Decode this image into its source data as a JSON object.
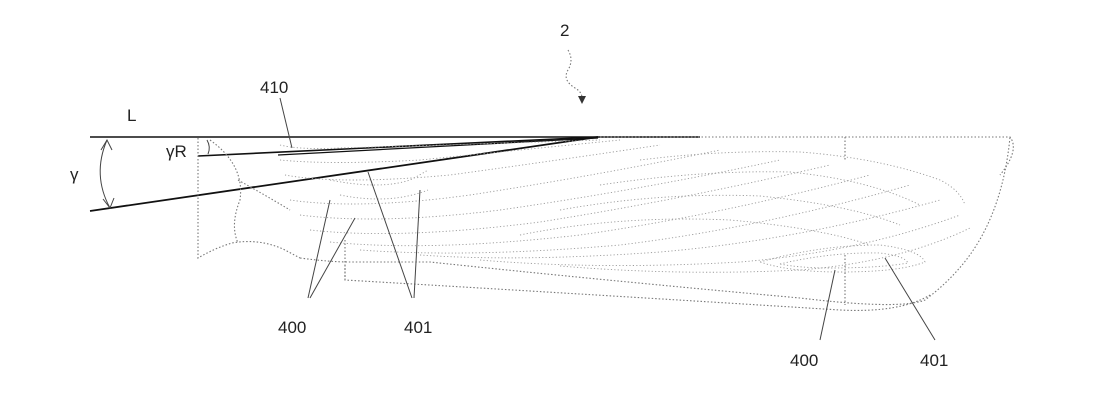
{
  "figure": {
    "ref_label": "2",
    "line_label": "L",
    "angle_label": "γ",
    "angle_label_r": "γR",
    "callouts": [
      {
        "id": "c410",
        "text": "410"
      },
      {
        "id": "c400a",
        "text": "400"
      },
      {
        "id": "c401a",
        "text": "401"
      },
      {
        "id": "c400b",
        "text": "400"
      },
      {
        "id": "c401b",
        "text": "401"
      }
    ]
  }
}
